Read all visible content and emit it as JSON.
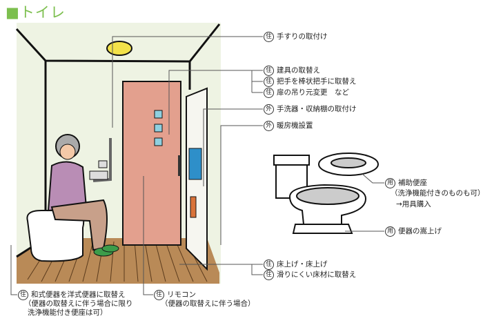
{
  "title": "■トイレ",
  "marks": {
    "ju": "住",
    "gai": "外",
    "you": "用"
  },
  "labels": {
    "handrail": "手すりの取付け",
    "fixture": "建具の取替え",
    "handle": "把手を棒状把手に取替え",
    "hinge": "扉の吊り元変更　など",
    "sink": "手洗器・収納棚の取付け",
    "heater": "暖房機設置",
    "floor_level": "床上げ・床上げ",
    "floor_material": "滑りにくい床材に取替え",
    "toilet_replace": "和式便器を洋式便器に取替え",
    "toilet_replace_note1": "（便器の取替えに伴う場合に限り",
    "toilet_replace_note2": "洗浄機能付き便座は可）",
    "remote": "リモコン",
    "remote_note": "（便器の取替えに伴う場合）",
    "aux_seat": "補助便座",
    "aux_seat_note": "（洗浄機能付きのものも可）",
    "aux_seat_purchase": "→用具購入",
    "raise": "便器の嵩上げ"
  },
  "colors": {
    "accent": "#7cbf4e",
    "wall": "#eef3e3",
    "floor": "#b98a57",
    "door": "#e3a08e"
  }
}
